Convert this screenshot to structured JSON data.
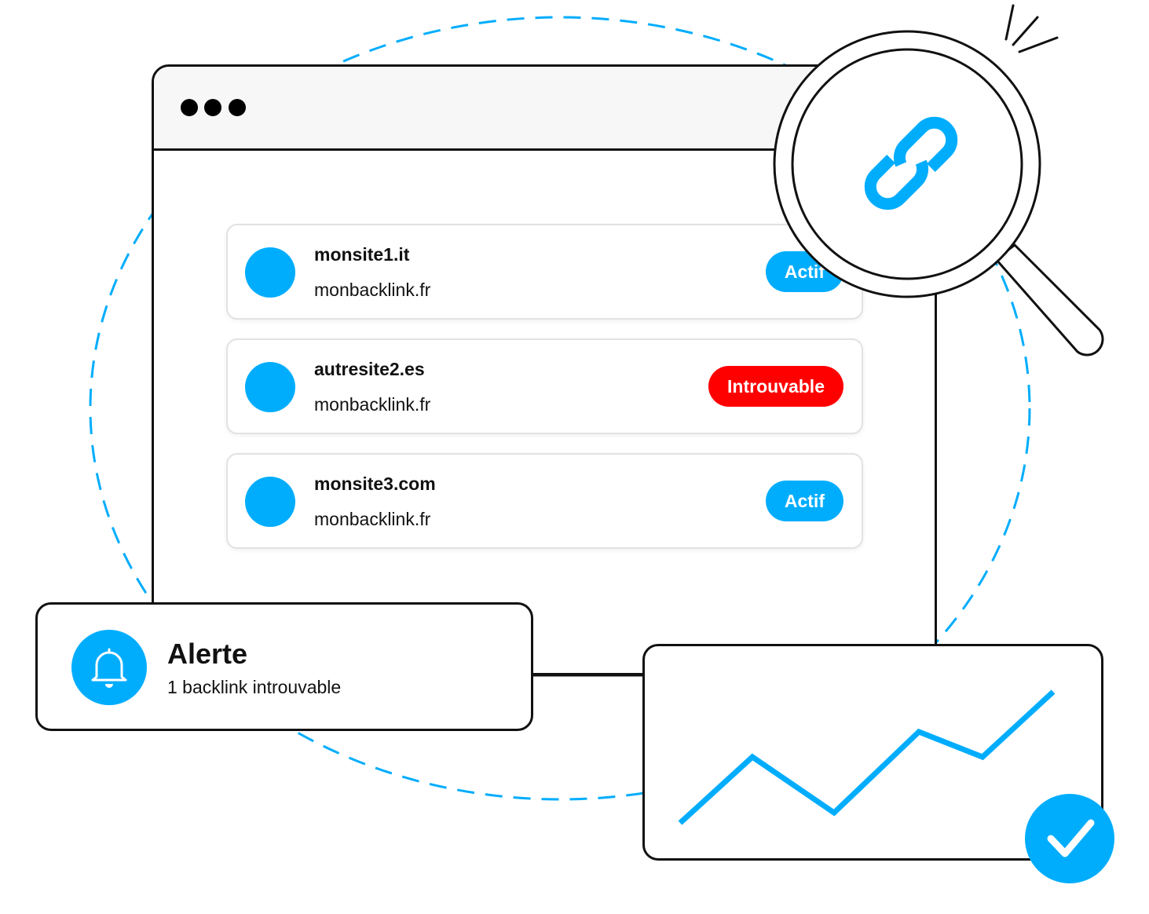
{
  "colors": {
    "accent": "#00adfd",
    "danger": "#ff0000",
    "stroke": "#111111"
  },
  "window": {
    "dots": 3
  },
  "backlinks": [
    {
      "site": "monsite1.it",
      "target": "monbacklink.fr",
      "status": "Actif",
      "status_color": "#00adfd"
    },
    {
      "site": "autresite2.es",
      "target": "monbacklink.fr",
      "status": "Introuvable",
      "status_color": "#ff0000"
    },
    {
      "site": "monsite3.com",
      "target": "monbacklink.fr",
      "status": "Actif",
      "status_color": "#00adfd"
    }
  ],
  "alert": {
    "title": "Alerte",
    "message": "1 backlink introuvable",
    "icon": "bell-icon"
  },
  "magnifier": {
    "icon": "link-icon"
  },
  "trend": {
    "icon": "check-icon"
  }
}
